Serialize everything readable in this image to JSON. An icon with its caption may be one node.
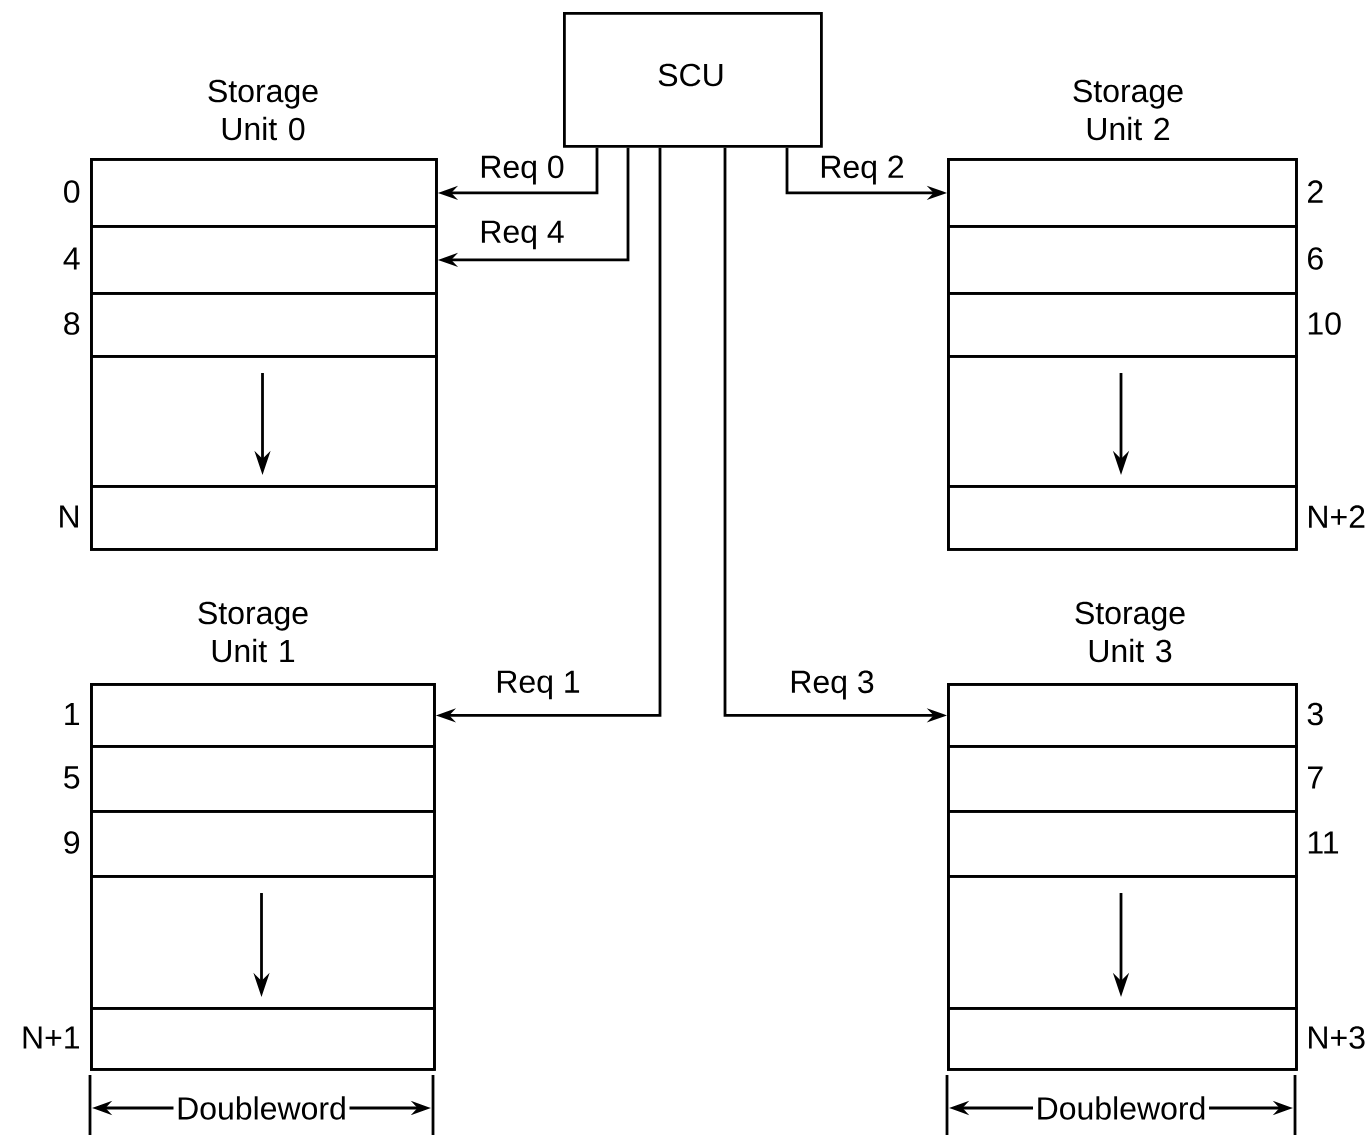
{
  "diagram": {
    "nodes": [
      {
        "text": [
          "SCU"
        ]
      },
      {
        "text": [
          "Storage Unit 0"
        ]
      },
      {
        "text": [],
        "shape": "box",
        "in": 1,
        "beside": [
          "0"
        ]
      },
      {
        "text": [],
        "shape": "box",
        "in": 1,
        "beside": [
          "4"
        ]
      },
      {
        "text": [],
        "shape": "box",
        "in": 1,
        "beside": [
          "8"
        ]
      },
      {
        "text": [],
        "shape": "box",
        "in": 1
      },
      {
        "text": [],
        "shape": "box",
        "in": 1,
        "beside": [
          "N"
        ]
      },
      {
        "text": [
          "Storage Unit 2"
        ]
      },
      {
        "text": [],
        "shape": "box",
        "in": 7,
        "beside": [
          "2"
        ]
      },
      {
        "text": [],
        "shape": "box",
        "in": 7,
        "beside": [
          "6"
        ]
      },
      {
        "text": [],
        "shape": "box",
        "in": 7,
        "beside": [
          "10"
        ]
      },
      {
        "text": [],
        "shape": "box",
        "in": 7
      },
      {
        "text": [],
        "shape": "box",
        "in": 7,
        "beside": [
          "N+2"
        ]
      },
      {
        "text": [
          "Storage Unit 1"
        ]
      },
      {
        "text": [],
        "shape": "box",
        "in": 13,
        "beside": [
          "1"
        ]
      },
      {
        "text": [],
        "shape": "box",
        "in": 13,
        "beside": [
          "5"
        ]
      },
      {
        "text": [],
        "shape": "box",
        "in": 13,
        "beside": [
          "9"
        ]
      },
      {
        "text": [],
        "shape": "box",
        "in": 13
      },
      {
        "text": [],
        "shape": "box",
        "in": 13,
        "beside": [
          "N+1"
        ]
      },
      {
        "text": [
          "Storage Unit 3"
        ]
      },
      {
        "text": [],
        "shape": "box",
        "in": 19,
        "beside": [
          "3"
        ]
      },
      {
        "text": [],
        "shape": "box",
        "in": 19,
        "beside": [
          "7"
        ]
      },
      {
        "text": [],
        "shape": "box",
        "in": 19,
        "beside": [
          "11"
        ]
      },
      {
        "text": [],
        "shape": "box",
        "in": 19
      },
      {
        "text": [],
        "shape": "box",
        "in": 19,
        "beside": [
          "N+3"
        ]
      }
    ],
    "edges": [
      {
        "from": 0,
        "to": 2,
        "arrow": "to",
        "label": "Req 0"
      },
      {
        "from": 0,
        "to": 8,
        "arrow": "to",
        "label": "Req 2"
      },
      {
        "from": 0,
        "to": 3,
        "arrow": "to",
        "label": "Req 4"
      },
      {
        "from": 0,
        "to": 14,
        "arrow": "to",
        "label": "Req 1"
      },
      {
        "from": 0,
        "to": 20,
        "arrow": "to",
        "label": "Req 3"
      }
    ],
    "labels": [
      "Doubleword",
      "Doubleword"
    ]
  }
}
